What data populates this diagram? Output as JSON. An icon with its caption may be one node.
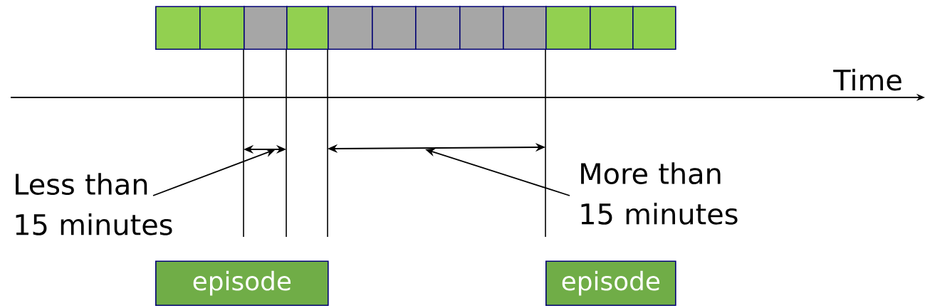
{
  "diagram": {
    "nodes": [
      {
        "text": [],
        "shape": "box"
      },
      {
        "text": [],
        "shape": "box"
      },
      {
        "text": [],
        "shape": "box"
      },
      {
        "text": [],
        "shape": "box"
      },
      {
        "text": [],
        "shape": "box"
      },
      {
        "text": [],
        "shape": "box"
      },
      {
        "text": [],
        "shape": "box"
      },
      {
        "text": [],
        "shape": "box"
      },
      {
        "text": [],
        "shape": "box"
      },
      {
        "text": [],
        "shape": "box"
      },
      {
        "text": [],
        "shape": "box"
      },
      {
        "text": [],
        "shape": "box"
      },
      {
        "text": [
          "Less than 15 minutes"
        ]
      },
      {
        "text": [
          "More than 15 minutes"
        ]
      },
      {
        "text": [
          "episode"
        ]
      },
      {
        "text": [
          "episode"
        ]
      }
    ],
    "edges": [
      {
        "from": 12,
        "to": null,
        "arrow": "to"
      },
      {
        "from": 13,
        "to": null,
        "arrow": "to"
      }
    ],
    "labels": [
      "Time"
    ]
  }
}
